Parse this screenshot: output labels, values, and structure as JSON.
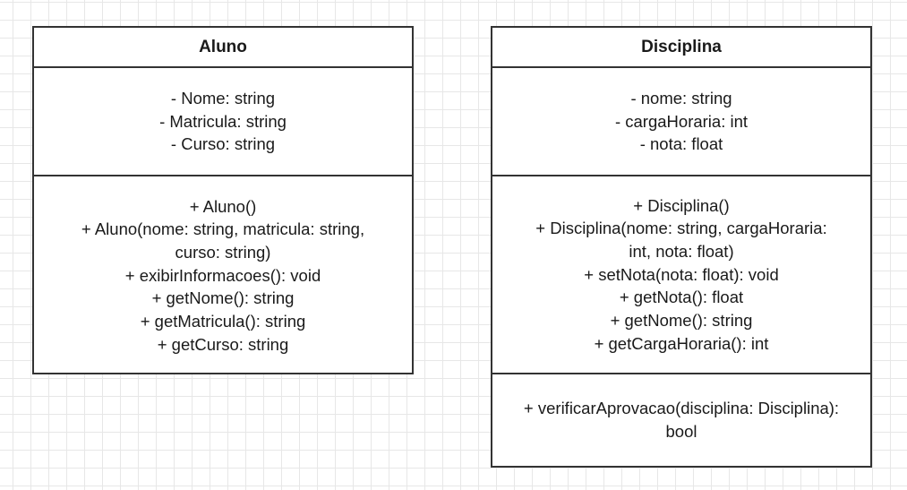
{
  "classes": {
    "aluno": {
      "name": "Aluno",
      "attributes": [
        "- Nome: string",
        "- Matricula: string",
        "- Curso: string"
      ],
      "methods": [
        "+ Aluno()",
        "+ Aluno(nome: string, matricula: string,",
        "curso: string)",
        "+ exibirInformacoes(): void",
        "+ getNome(): string",
        "+ getMatricula(): string",
        "+ getCurso: string"
      ]
    },
    "disciplina": {
      "name": "Disciplina",
      "attributes": [
        "- nome: string",
        "- cargaHoraria: int",
        "- nota: float"
      ],
      "methods": [
        "+ Disciplina()",
        "+ Disciplina(nome: string, cargaHoraria:",
        "int, nota: float)",
        "+ setNota(nota: float): void",
        "+ getNota(): float",
        "+ getNome(): string",
        "+ getCargaHoraria(): int"
      ],
      "extra": [
        "+ verificarAprovacao(disciplina: Disciplina):",
        "bool"
      ]
    }
  }
}
